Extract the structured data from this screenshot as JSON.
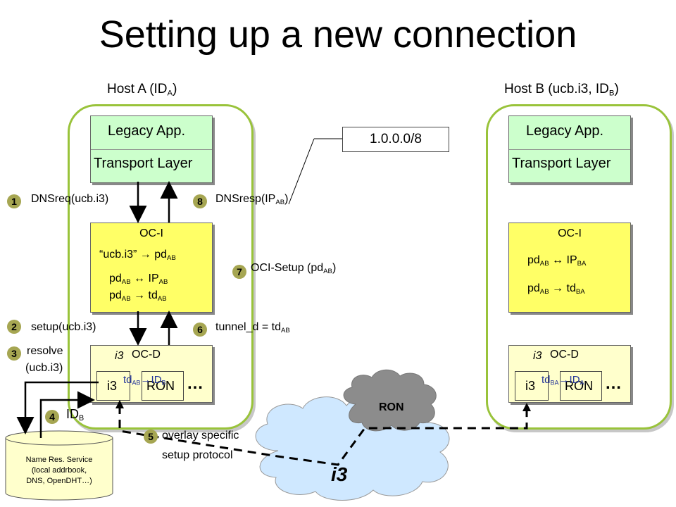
{
  "title": "Setting up a new connection",
  "hostA": {
    "label": "Host A (ID",
    "sub": "A",
    "suffix": ")"
  },
  "hostB": {
    "label": "Host B (ucb.i3, ID",
    "sub": "B",
    "suffix": ")"
  },
  "legacy_app": "Legacy App.",
  "transport_layer": "Transport Layer",
  "prefix_box": "1.0.0.0/8",
  "oci": "OC-I",
  "ocd": "OC-D",
  "i3_label": "i3",
  "ron_label": "RON",
  "ellipsis": "…",
  "ocIA": {
    "line1_pre": "“ucb.i3”  → pd",
    "line1_sub": "AB",
    "line2_pre": "pd",
    "line2_sub": "AB",
    "line2_mid": " ↔ IP",
    "line2_sub2": "AB",
    "line3_pre": "pd",
    "line3_sub": "AB",
    "line3_mid": "  → td",
    "line3_sub2": "AB"
  },
  "ocIB": {
    "line1_pre": "pd",
    "line1_sub": "AB",
    "line1_mid": " ↔ IP",
    "line1_sub2": "BA",
    "line2_pre": "pd",
    "line2_sub": "AB",
    "line2_mid": "  → td",
    "line2_sub2": "BA"
  },
  "ocdA_overlay": {
    "td": "td",
    "tdsub": "AB",
    "arrow": "→ID",
    "idsub": "B"
  },
  "ocdB_overlay": {
    "td": "td",
    "tdsub": "BA",
    "arrow": "→ID",
    "idsub": "A"
  },
  "steps": [
    {
      "n": "1",
      "text": "DNSreq(ucb.i3)"
    },
    {
      "n": "2",
      "text": "setup(ucb.i3)"
    },
    {
      "n": "3",
      "text": "resolve",
      "text2": "(ucb.i3)"
    },
    {
      "n": "4",
      "text": "ID",
      "sub": "B"
    },
    {
      "n": "5",
      "text": "overlay specific",
      "text2": "setup protocol"
    },
    {
      "n": "6",
      "text": "tunnel_d = td",
      "sub": "AB"
    },
    {
      "n": "7",
      "text": "OCI-Setup (pd",
      "sub": "AB",
      "suffix": ")"
    },
    {
      "n": "8",
      "text": "DNSresp(IP",
      "sub": "AB",
      "suffix": ")"
    }
  ],
  "name_service": {
    "line1": "Name Res. Service",
    "line2": "(local addrbook,",
    "line3": "DNS, OpenDHT…)"
  },
  "cloud_i3": "i3",
  "cloud_ron": "RON"
}
